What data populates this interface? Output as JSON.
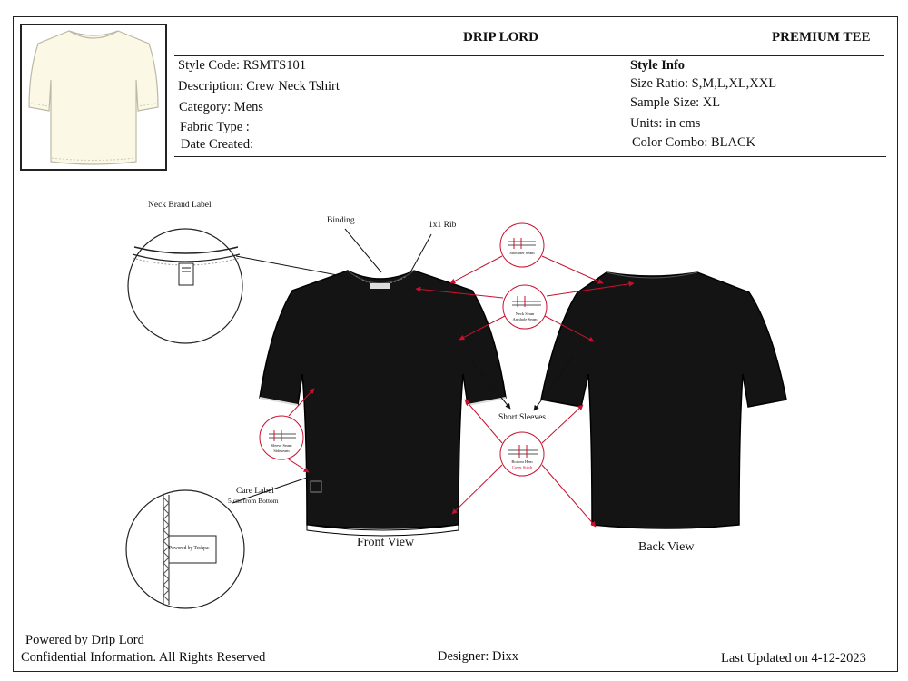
{
  "header": {
    "brand": "DRIP LORD",
    "product_type": "PREMIUM TEE"
  },
  "details": {
    "style_code": "Style Code: RSMTS101",
    "description": "Description: Crew Neck Tshirt",
    "category": "Category: Mens",
    "fabric_type": "Fabric Type :",
    "date_created": "Date Created:"
  },
  "style_info": {
    "heading": "Style Info",
    "size_ratio": "Size Ratio: S,M,L,XL,XXL",
    "sample_size": "Sample Size: XL",
    "units": "Units: in cms",
    "color_combo": "Color Combo: BLACK"
  },
  "callouts": {
    "neck_brand_label": "Neck Brand Label",
    "binding": "Binding",
    "rib": "1x1 Rib",
    "short_sleeves": "Short Sleeves",
    "care_label": "Care Label",
    "care_label_note": "5 cm from Bottom",
    "care_label_tag": "Powered by Techpacker.com",
    "stitch_shoulder": "Shoulder Seam",
    "stitch_neck_1": "Neck Seam",
    "stitch_neck_2": "Armhole Seam",
    "stitch_sleeve_1": "Sleeve Seam",
    "stitch_sleeve_2": "Sideseam",
    "stitch_hem_1": "Bottom Hem",
    "stitch_hem_2": "Cover Stitch"
  },
  "views": {
    "front": "Front View",
    "back": "Back View"
  },
  "footer": {
    "powered_by": "Powered by Drip Lord",
    "confidential": "Confidential Information. All Rights Reserved",
    "designer": "Designer: Dixx",
    "last_updated": "Last Updated on 4-12-2023"
  },
  "colors": {
    "garment": "#141414",
    "callout": "#c8102e",
    "thumbnail_fill": "#fbf8e6"
  }
}
